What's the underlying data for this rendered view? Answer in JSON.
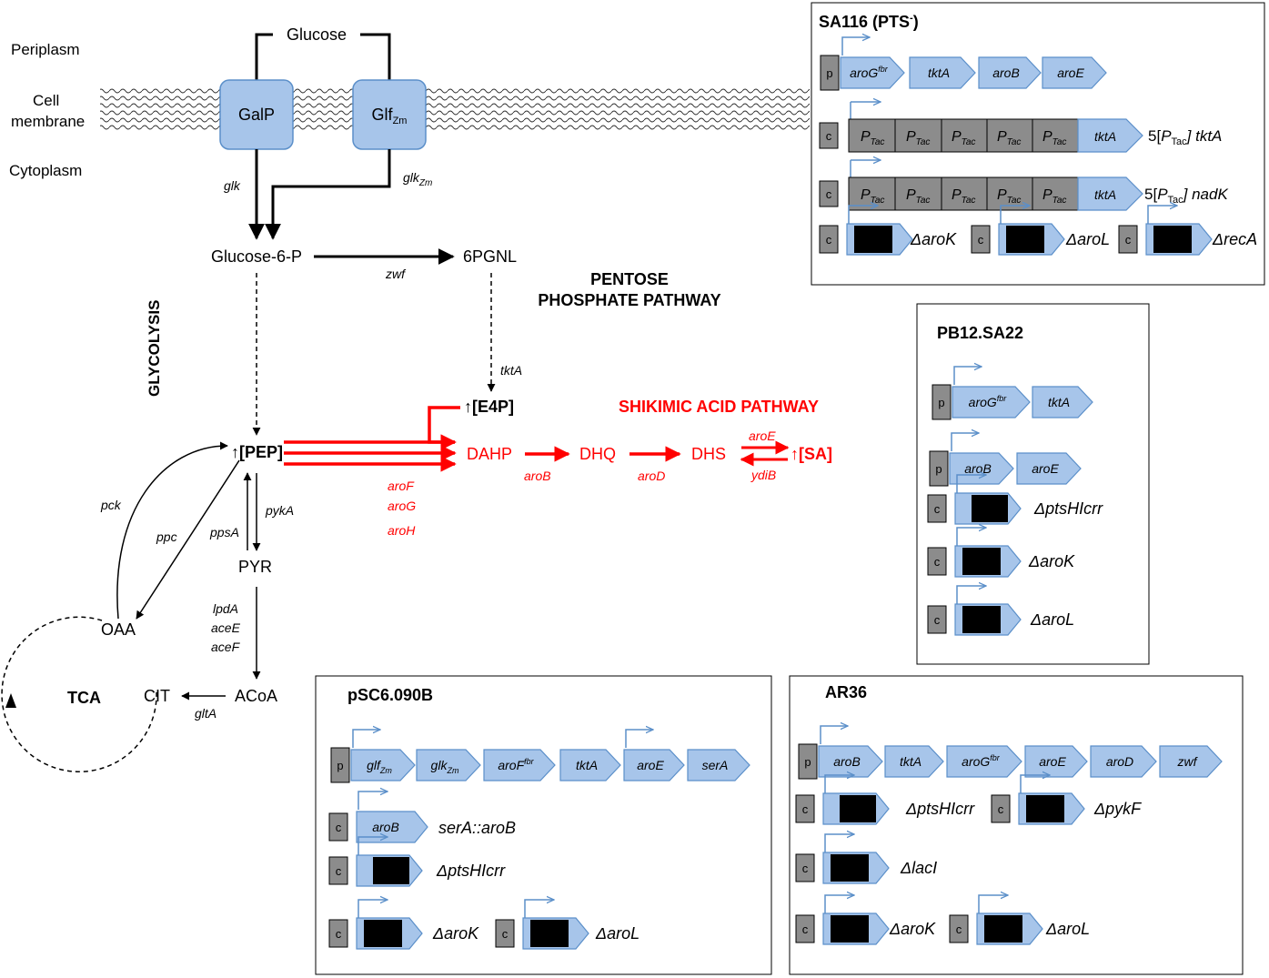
{
  "colors": {
    "pathway_red": "#ff0000",
    "gene_fill": "#a7c5ea",
    "gene_stroke": "#5b8fc9",
    "arrow_blue": "#5b8fc9",
    "promoter_gray": "#8c8c8c",
    "deletion_black": "#000000"
  },
  "compartments": {
    "periplasm": "Periplasm",
    "cell": "Cell",
    "membrane": "membrane",
    "cytoplasm": "Cytoplasm"
  },
  "transporters": {
    "galp": "GalP",
    "glf": "Glf",
    "glf_sub": "Zm"
  },
  "metabolites": {
    "glucose": "Glucose",
    "g6p": "Glucose-6-P",
    "pgnl": "6PGNL",
    "e4p": "↑[E4P]",
    "pep": "↑[PEP]",
    "pyr": "PYR",
    "acoa": "ACoA",
    "cit": "CIT",
    "oaa": "OAA",
    "tca": "TCA",
    "dahp": "DAHP",
    "dhq": "DHQ",
    "dhs": "DHS",
    "sa": "↑[SA]"
  },
  "enzymes": {
    "glk": "glk",
    "glk_zm": "glk",
    "glk_zm_sub": "Zm",
    "zwf": "zwf",
    "tkta": "tktA",
    "pck": "pck",
    "ppc": "ppc",
    "ppsa": "ppsA",
    "pyka": "pykA",
    "lpda": "lpdA",
    "acee": "aceE",
    "acef": "aceF",
    "glta": "gltA",
    "arof": "aroF",
    "arog": "aroG",
    "aroh": "aroH",
    "arob": "aroB",
    "arod": "aroD",
    "aroe": "aroE",
    "ydib": "ydiB"
  },
  "pathway_titles": {
    "glycolysis": "GLYCOLYSIS",
    "pentose_1": "PENTOSE",
    "pentose_2": "PHOSPHATE PATHWAY",
    "shikimic": "SHIKIMIC ACID PATHWAY"
  },
  "markers": {
    "plasmid": "p",
    "chromosome": "c"
  },
  "strains": [
    {
      "title": "SA116 (PTS",
      "title_sup": "-",
      "title_close": ")",
      "rows": [
        {
          "genes": [
            "aroG",
            "tktA",
            "aroB",
            "aroE"
          ],
          "gene_sup": [
            "fbr",
            "",
            "",
            ""
          ]
        },
        {
          "promoter_label": "P",
          "promoter_sub": "Tac",
          "gene": "tktA",
          "label_pre": "5[",
          "label_P": "P",
          "label_sub": "Tac",
          "label_post": "] tktA"
        },
        {
          "promoter_label": "P",
          "promoter_sub": "Tac",
          "gene": "tktA",
          "label_pre": "5[",
          "label_P": "P",
          "label_sub": "Tac",
          "label_post": "] nadK"
        },
        {
          "deletions": [
            "ΔaroK",
            "ΔaroL",
            "ΔrecA"
          ]
        }
      ]
    },
    {
      "title": "PB12.SA22",
      "rows": [
        {
          "genes": [
            "aroG",
            "tktA"
          ],
          "gene_sup": [
            "fbr",
            ""
          ]
        },
        {
          "genes": [
            "aroB",
            "aroE"
          ],
          "gene_sup": [
            "",
            ""
          ]
        },
        {
          "deletions": [
            "ΔptsHIcrr"
          ]
        },
        {
          "deletions": [
            "ΔaroK"
          ]
        },
        {
          "deletions": [
            "ΔaroL"
          ]
        }
      ]
    },
    {
      "title": "pSC6.090B",
      "rows": [
        {
          "genes": [
            "glf",
            "glk",
            "aroF",
            "tktA",
            "aroE",
            "serA"
          ],
          "gene_sub": [
            "Zm",
            "Zm",
            "",
            "",
            "",
            ""
          ],
          "gene_sup": [
            "",
            "",
            "fbr",
            "",
            "",
            ""
          ]
        },
        {
          "insert_gene": "aroB",
          "label": "serA::aroB"
        },
        {
          "deletions": [
            "ΔptsHIcrr"
          ]
        },
        {
          "deletions": [
            "ΔaroK",
            "ΔaroL"
          ]
        }
      ]
    },
    {
      "title": "AR36",
      "rows": [
        {
          "genes": [
            "aroB",
            "tktA",
            "aroG",
            "aroE",
            "aroD",
            "zwf"
          ],
          "gene_sup": [
            "",
            "",
            "fbr",
            "",
            "",
            ""
          ]
        },
        {
          "deletions": [
            "ΔptsHIcrr",
            "ΔpykF"
          ]
        },
        {
          "deletions": [
            "ΔlacI"
          ]
        },
        {
          "deletions": [
            "ΔaroK",
            "ΔaroL"
          ]
        }
      ]
    }
  ]
}
